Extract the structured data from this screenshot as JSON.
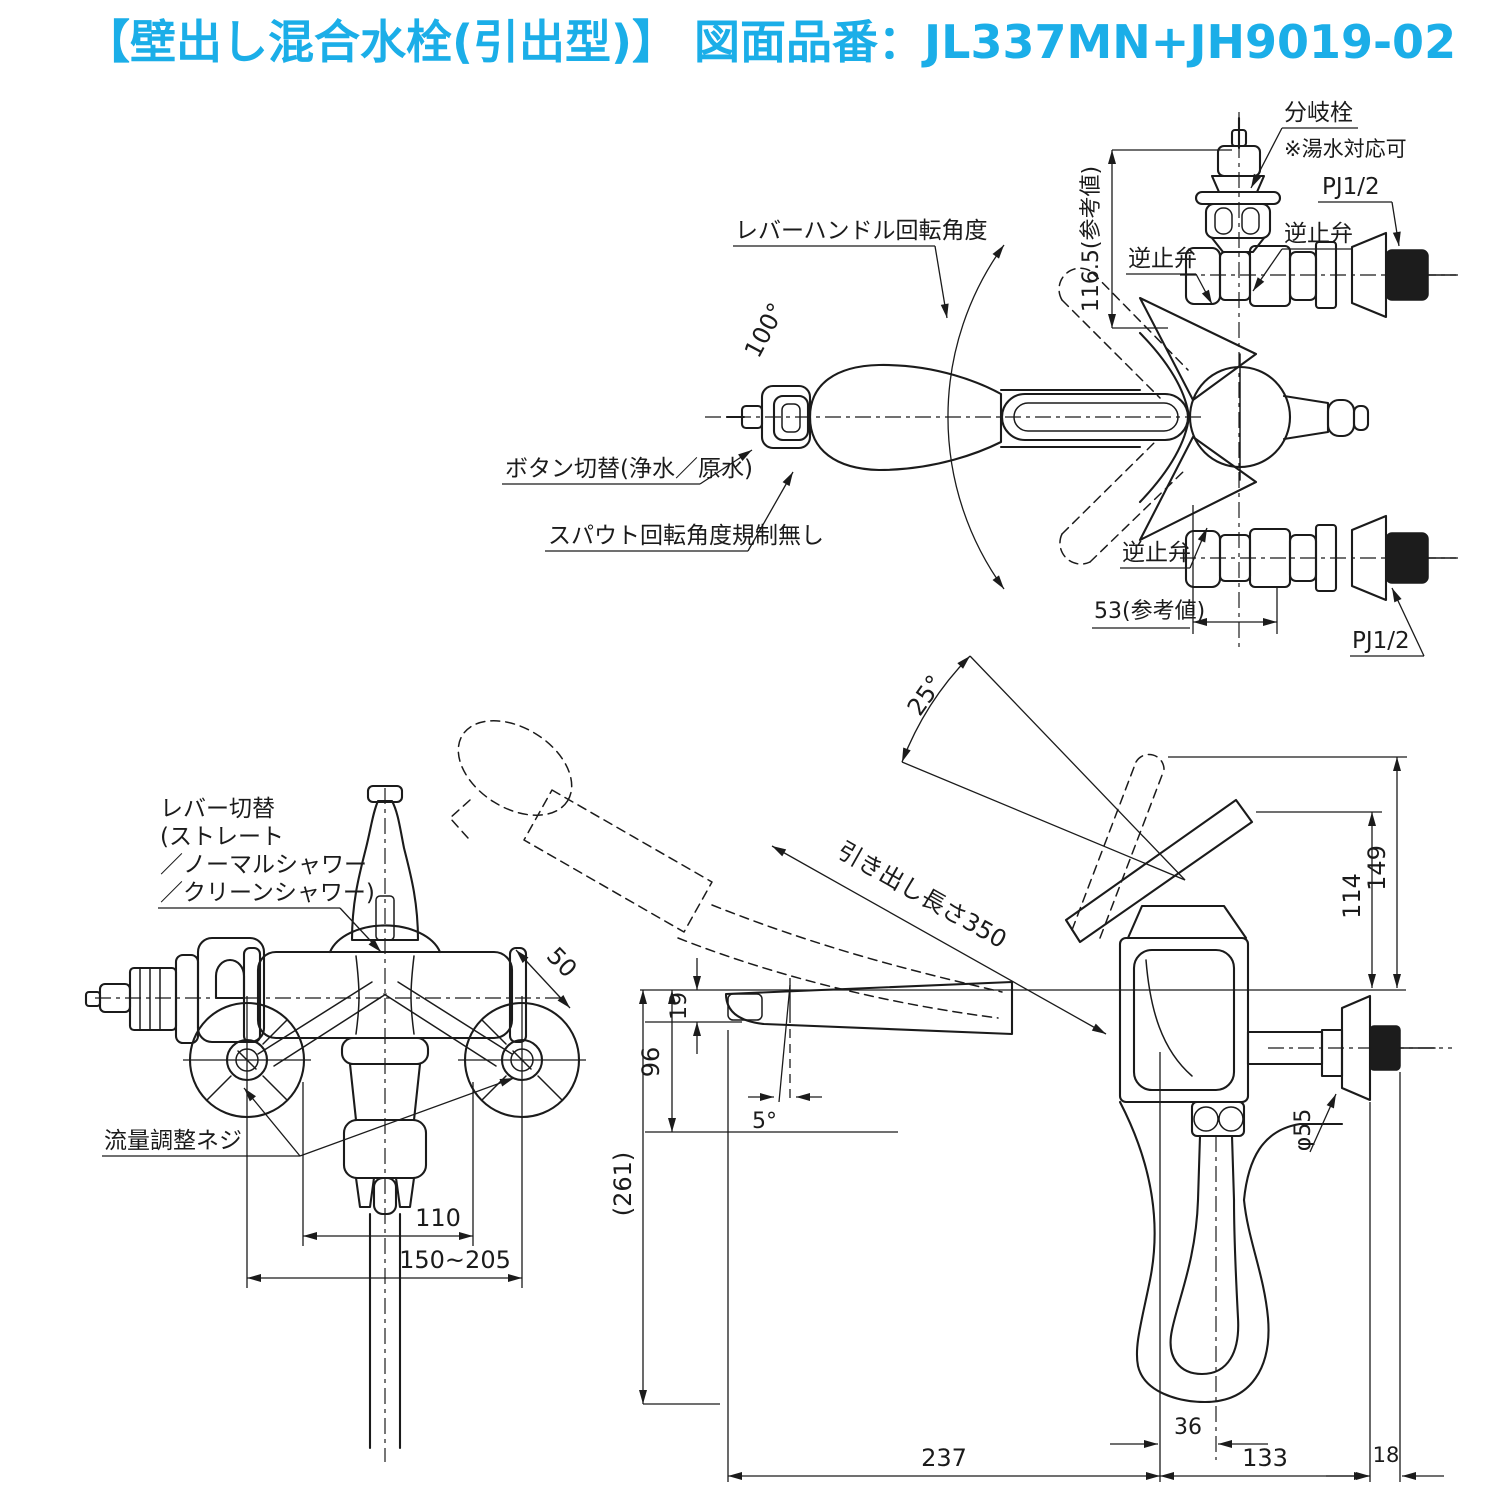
{
  "page": {
    "title": "【壁出し混合水栓(引出型)】 図面品番：JL337MN+JH9019-02"
  },
  "colors": {
    "accent": "#1baee8",
    "line": "#1b1b1b"
  },
  "top_view": {
    "labels": {
      "lever_rotation": "レバーハンドル回転角度",
      "angle_100": "100°",
      "button_switch": "ボタン切替(浄水／原水)",
      "spout_rotation": "スパウト回転角度規制無し",
      "branch_valve": "分岐栓",
      "branch_note": "※湯水対応可",
      "pj_top": "PJ1/2",
      "pj_bottom": "PJ1/2",
      "check_valve_upper_left": "逆止弁",
      "check_valve_upper_right": "逆止弁",
      "check_valve_lower": "逆止弁",
      "dim_height_ref": "116.5(参考値)",
      "dim_offset_ref": "53(参考値)"
    }
  },
  "front_view": {
    "labels": {
      "lever_switch_line1": "レバー切替",
      "lever_switch_line2": "(ストレート",
      "lever_switch_line3": "／ノーマルシャワー",
      "lever_switch_line4": "／クリーンシャワー)",
      "flow_adjust_screw": "流量調整ネジ",
      "dim_50": "50",
      "dim_110": "110",
      "dim_range": "150~205"
    }
  },
  "side_view": {
    "labels": {
      "angle_25": "25°",
      "pullout_length": "引き出し長さ350",
      "dim_149": "149",
      "dim_114": "114",
      "dim_19": "19",
      "dim_96": "96",
      "angle_5": "5°",
      "dim_261": "(261)",
      "dia_55": "φ55",
      "dim_36": "36",
      "dim_237": "237",
      "dim_133": "133",
      "dim_18": "18"
    }
  }
}
